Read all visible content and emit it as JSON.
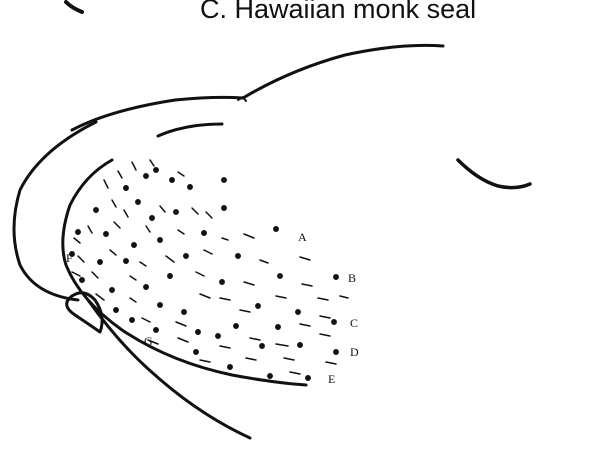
{
  "figure": {
    "title": "C. Hawaiian monk seal",
    "row_labels": [
      "A",
      "B",
      "C",
      "D",
      "E",
      "F",
      "G"
    ]
  }
}
